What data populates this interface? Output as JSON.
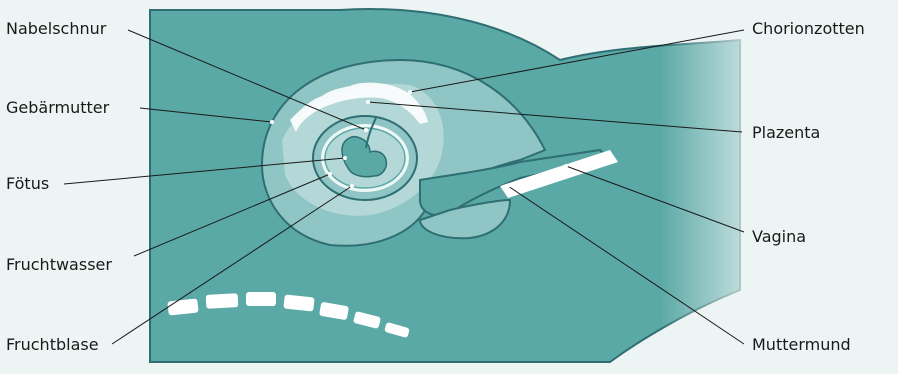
{
  "labels": {
    "umbilical_cord": "Nabelschnur",
    "uterus": "Gebärmutter",
    "fetus": "Fötus",
    "amniotic_fluid": "Fruchtwasser",
    "amniotic_sac": "Fruchtblase",
    "chorionic_villi": "Chorionzotten",
    "placenta": "Plazenta",
    "vagina": "Vagina",
    "cervix": "Muttermund"
  },
  "colors": {
    "background": "#edf4f4",
    "tissue_dark": "#5aa9a6",
    "tissue_light": "#8fc5c4",
    "tissue_pale": "#b4d8d7",
    "outline": "#2f6f73",
    "white": "#ffffff",
    "leader_line": "#1a1a1a"
  }
}
